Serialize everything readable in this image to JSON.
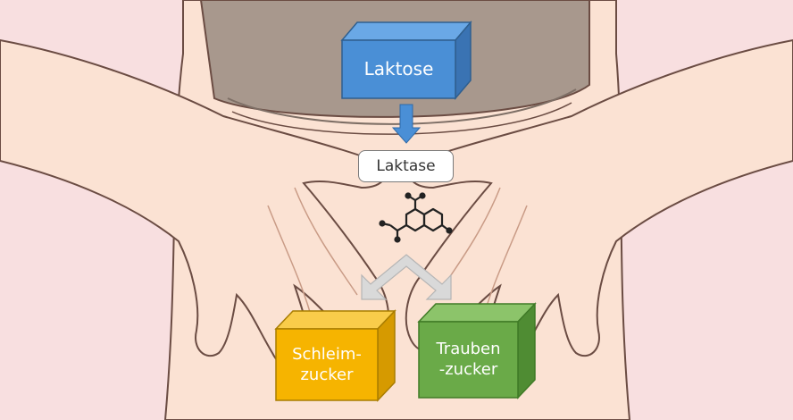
{
  "diagram": {
    "substrate": "Laktose",
    "enzyme": "Laktase",
    "products": [
      {
        "lines": [
          "Schleim-",
          "zucker"
        ],
        "color": "#f6b400"
      },
      {
        "lines": [
          "Trauben",
          "-zucker"
        ],
        "color": "#6aaa48"
      }
    ]
  },
  "colors": {
    "background": "#f8dfe0",
    "skin": "#fbe2d3",
    "skin_outline": "#6b4c43",
    "shirt": "#a8988d",
    "substrate_block": "#4a8fd6",
    "down_arrow": "#4a8fd6",
    "split_arrow": "#d9d9d9"
  },
  "icons": [
    "molecule-icon",
    "down-arrow-icon",
    "split-arrow-icon"
  ]
}
